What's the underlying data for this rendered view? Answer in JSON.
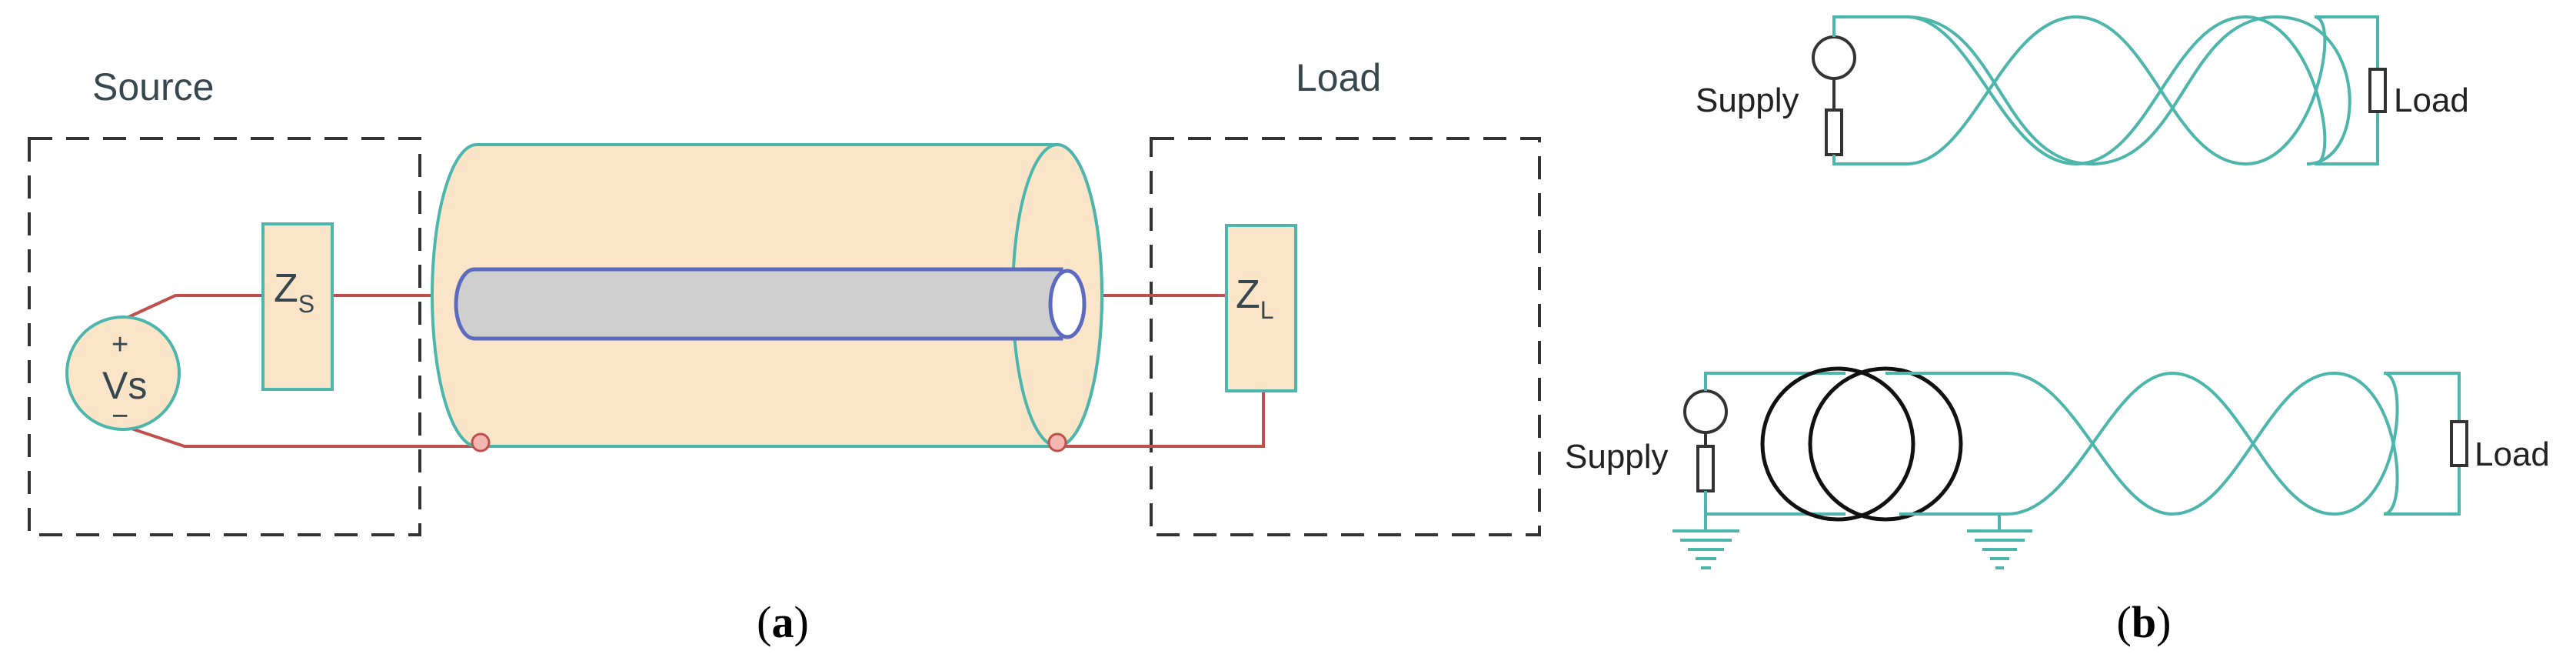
{
  "panel_a": {
    "source_label": "Source",
    "load_label": "Load",
    "source_impedance": {
      "main": "Z",
      "sub": "S"
    },
    "load_impedance": {
      "main": "Z",
      "sub": "L"
    },
    "voltage_source": {
      "label": "Vs",
      "plus": "+",
      "minus": "−"
    },
    "caption_open": "(",
    "caption_letter": "a",
    "caption_close": ")"
  },
  "panel_b": {
    "top": {
      "supply_label": "Supply",
      "load_label": "Load"
    },
    "bottom": {
      "supply_label": "Supply",
      "load_label": "Load"
    },
    "caption_open": "(",
    "caption_letter": "b",
    "caption_close": ")"
  },
  "colors": {
    "wire_red": "#c0504d",
    "teal": "#4db6ac",
    "cable_fill": "#fbe5c8",
    "core_fill": "#cfcfcf",
    "core_stroke": "#5c6bc0",
    "box_fill": "#fbe5c8",
    "dash": "#333333",
    "node_fill": "#f4b6b0"
  }
}
